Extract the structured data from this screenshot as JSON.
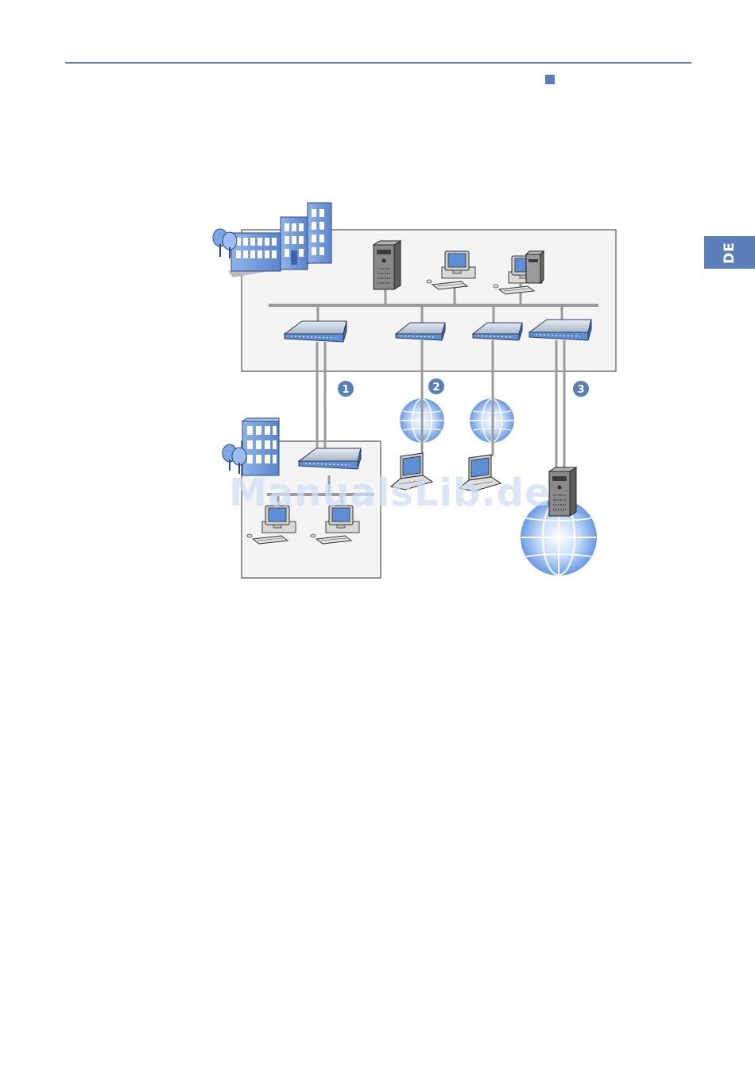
{
  "tab": {
    "language": "DE"
  },
  "watermark": {
    "text": "ManualsLib.de"
  },
  "badges": {
    "b1": "1",
    "b2": "2",
    "b3": "3"
  },
  "colors": {
    "accent": "#5a7fb8",
    "panel_fill": "#f4f4f4",
    "cable": "#9a9a9a",
    "device_blue": "#5e8fd6",
    "globe": "#9cc0f2"
  },
  "icons": {
    "building": "building-icon",
    "server": "server-icon",
    "workstation": "workstation-icon",
    "router": "router-icon",
    "globe": "globe-icon",
    "laptop": "laptop-icon"
  }
}
